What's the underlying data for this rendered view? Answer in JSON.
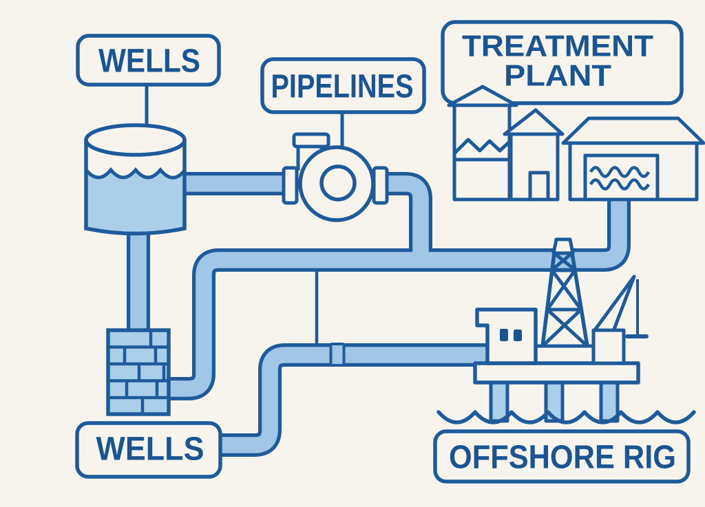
{
  "diagram": {
    "type": "infrastructure-flow-illustration",
    "labels": {
      "wells_top": "WELLS",
      "pipelines": "PIPELINES",
      "treatment_line1": "TREATMENT",
      "treatment_line2": "PLANT",
      "wells_bottom": "WELLS",
      "offshore_rig": "OFFSHORE RIG"
    },
    "components": [
      {
        "name": "storage-tank-icon",
        "label_ref": "wells_top",
        "depicts": "cylindrical tank half-full of water"
      },
      {
        "name": "pump-icon",
        "label_ref": "pipelines",
        "depicts": "centrifugal pump with flanged pipe connections"
      },
      {
        "name": "treatment-plant-icon",
        "label_ref": "treatment",
        "depicts": "three industrial buildings, one with water panel"
      },
      {
        "name": "brick-well-icon",
        "label_ref": "wells_bottom",
        "depicts": "brick well column"
      },
      {
        "name": "offshore-rig-icon",
        "label_ref": "offshore_rig",
        "depicts": "offshore platform with derrick and crane over waves"
      }
    ],
    "colors": {
      "background": "#f7f4ed",
      "outline": "#1f5b9b",
      "text": "#1b5591",
      "pipe_fill": "#a0c7e7",
      "water_fill": "#a9cfeb"
    }
  }
}
